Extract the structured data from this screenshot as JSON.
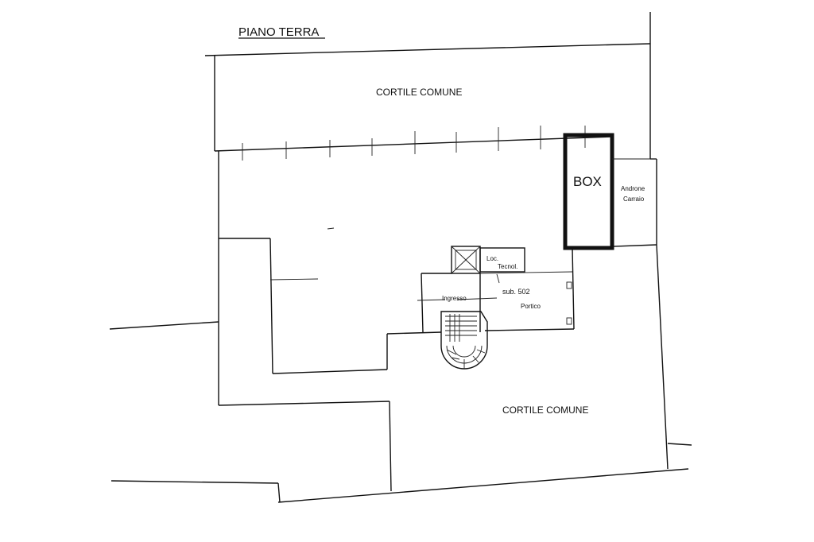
{
  "plan": {
    "title": "PIANO TERRA",
    "labels": {
      "courtyard_top": "CORTILE COMUNE",
      "courtyard_bottom": "CORTILE COMUNE",
      "box": "BOX",
      "driveway_line1": "Androne",
      "driveway_line2": "Carraio",
      "tech_room_line1": "Loc.",
      "tech_room_line2": "Tecnol.",
      "unit": "sub. 502",
      "entrance": "Ingresso",
      "porch": "Portico"
    }
  }
}
